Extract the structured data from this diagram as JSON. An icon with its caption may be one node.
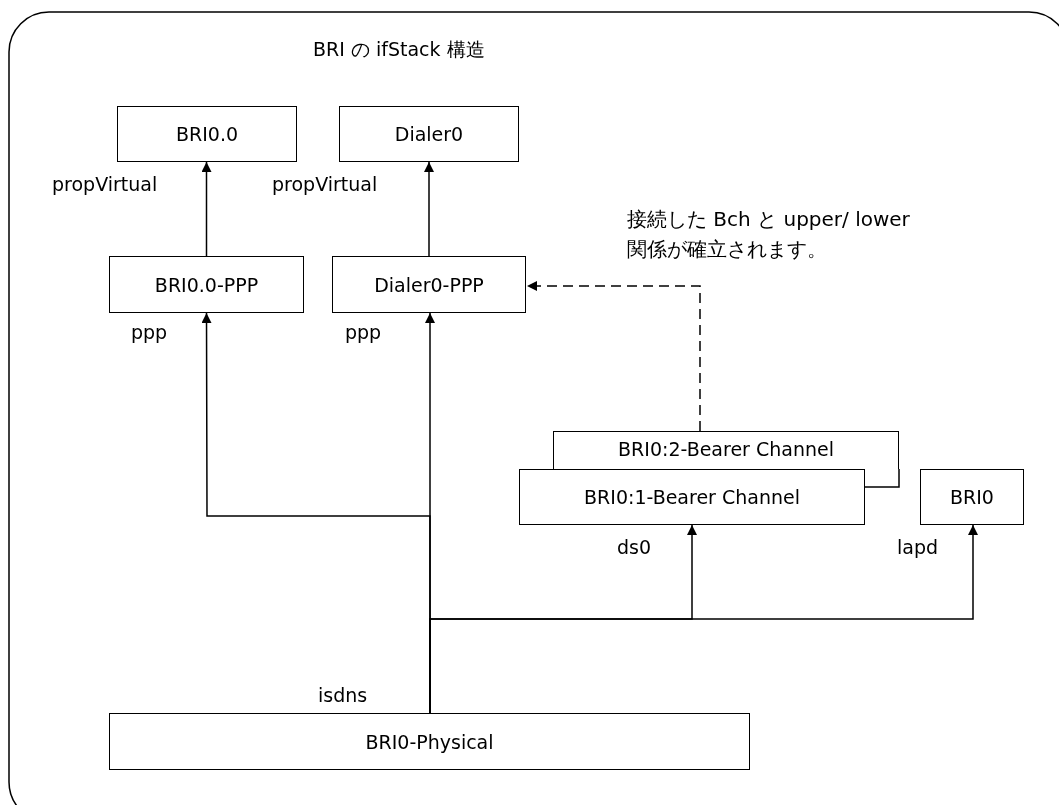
{
  "diagram": {
    "title": "BRI の ifStack 構造",
    "nodes": [
      {
        "text": [
          "BRI0.0"
        ]
      },
      {
        "text": [
          "Dialer0"
        ]
      },
      {
        "text": [
          "BRI0.0-PPP"
        ]
      },
      {
        "text": [
          "Dialer0-PPP"
        ]
      },
      {
        "text": [
          "BRI0:2-Bearer Channel"
        ]
      },
      {
        "text": [
          "BRI0:1-Bearer Channel"
        ]
      },
      {
        "text": [
          "BRI0"
        ]
      },
      {
        "text": [
          "BRI0-Physical"
        ],
        "beside": [
          "isdns"
        ]
      }
    ],
    "edges": [
      {
        "from": 2,
        "to": 0,
        "arrow": "to",
        "label": "propVirtual"
      },
      {
        "from": 3,
        "to": 1,
        "arrow": "to",
        "label": "propVirtual"
      },
      {
        "from": 7,
        "to": 2,
        "arrow": "to",
        "label": "ppp"
      },
      {
        "from": 7,
        "to": 3,
        "arrow": "to",
        "label": "ppp"
      },
      {
        "from": 7,
        "to": 5,
        "arrow": "to",
        "label": "ds0"
      },
      {
        "from": 7,
        "to": 6,
        "arrow": "to",
        "label": "lapd"
      },
      {
        "from": 4,
        "to": 3,
        "arrow": "to",
        "style": "dashed",
        "label": "接続した Bch と upper/ lower 関係が確立されます。"
      }
    ]
  }
}
